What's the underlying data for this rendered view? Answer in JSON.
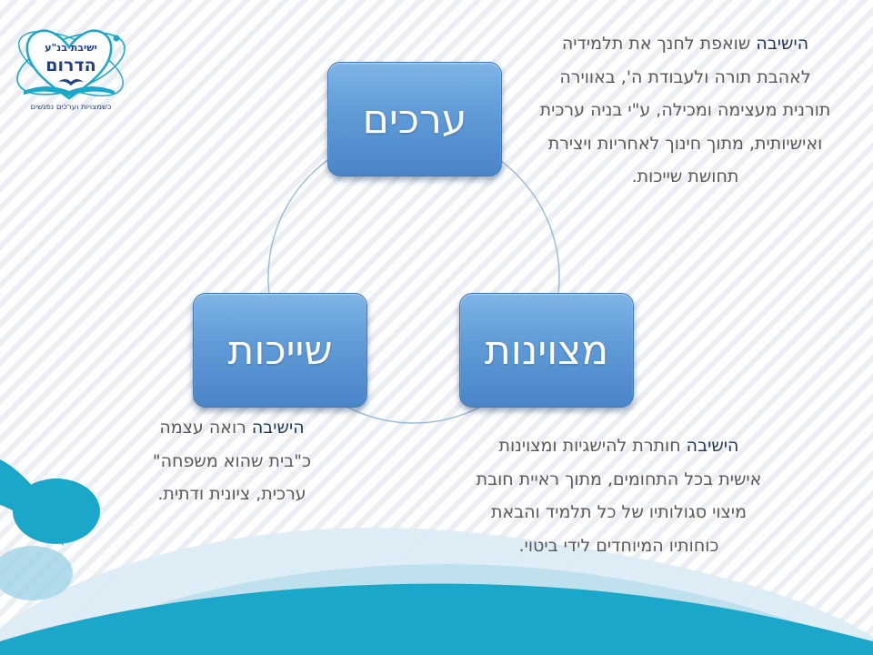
{
  "logo": {
    "line1": "ישיבת בנ\"ע",
    "line2": "הדרום",
    "tagline": "כשמצויות וערכים נפגשים"
  },
  "diagram": {
    "nodes": {
      "values": "ערכים",
      "excellence": "מצוינות",
      "belonging": "שייכות"
    }
  },
  "texts": {
    "values": {
      "lines": [
        {
          "kw": "הישיבה",
          "rest": " שואפת לחנך את תלמידיה"
        },
        {
          "kw": "",
          "rest": "לאהבת תורה ולעבודת ה', באווירה"
        },
        {
          "kw": "",
          "rest": "תורנית מעצימה ומכילה, ע\"י בניה ערכית"
        },
        {
          "kw": "",
          "rest": "ואישיותית, מתוך חינוך לאחריות ויצירת"
        },
        {
          "kw": "",
          "rest": "תחושת שייכות."
        }
      ]
    },
    "excellence": {
      "lines": [
        {
          "kw": "הישיבה",
          "rest": " חותרת להישגיות ומצוינות"
        },
        {
          "kw": "",
          "rest": "אישית בכל התחומים, מתוך ראיית חובת"
        },
        {
          "kw": "",
          "rest": "מיצוי סגולותיו של כל תלמיד והבאת"
        },
        {
          "kw": "",
          "rest": "כוחותיו המיוחדים לידי ביטוי."
        }
      ]
    },
    "belonging": {
      "lines": [
        {
          "kw": "הישיבה",
          "rest": " רואה עצמה"
        },
        {
          "kw": "",
          "rest": "כ\"בית שהוא משפחה\""
        },
        {
          "kw": "",
          "rest": "ערכית, ציונית ודתית."
        }
      ]
    }
  },
  "colors": {
    "node_fill": "#5f9bd8",
    "text": "#595959",
    "keyword": "#1f3550",
    "wave_primary": "#1aa7c9",
    "wave_light": "#cfe6f2"
  }
}
